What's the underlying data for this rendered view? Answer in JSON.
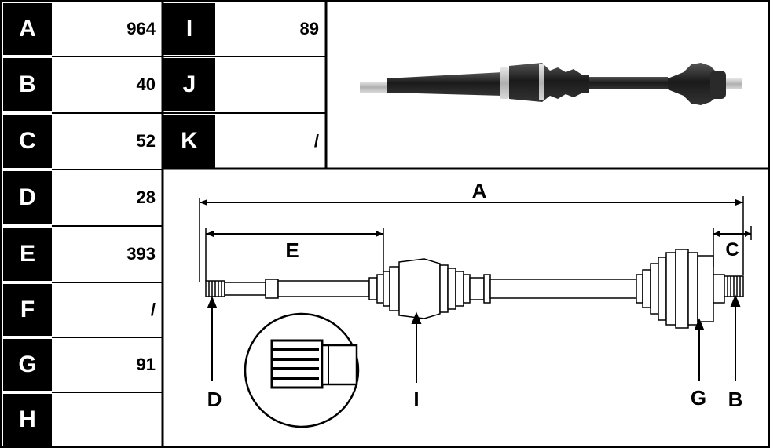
{
  "specs": {
    "left": [
      {
        "key": "A",
        "value": "964"
      },
      {
        "key": "B",
        "value": "40"
      },
      {
        "key": "C",
        "value": "52"
      },
      {
        "key": "D",
        "value": "28"
      },
      {
        "key": "E",
        "value": "393"
      },
      {
        "key": "F",
        "value": "/"
      },
      {
        "key": "G",
        "value": "91"
      },
      {
        "key": "H",
        "value": ""
      }
    ],
    "right": [
      {
        "key": "I",
        "value": "89"
      },
      {
        "key": "J",
        "value": ""
      },
      {
        "key": "K",
        "value": "/"
      }
    ]
  },
  "diagram": {
    "labels": {
      "A": "A",
      "E": "E",
      "C": "C",
      "D": "D",
      "I": "I",
      "G": "G",
      "B": "B"
    }
  },
  "colors": {
    "dark": "#000000",
    "light": "#ffffff",
    "metal": "#c8c8c8",
    "shaft_photo": "#1a1a1a"
  }
}
